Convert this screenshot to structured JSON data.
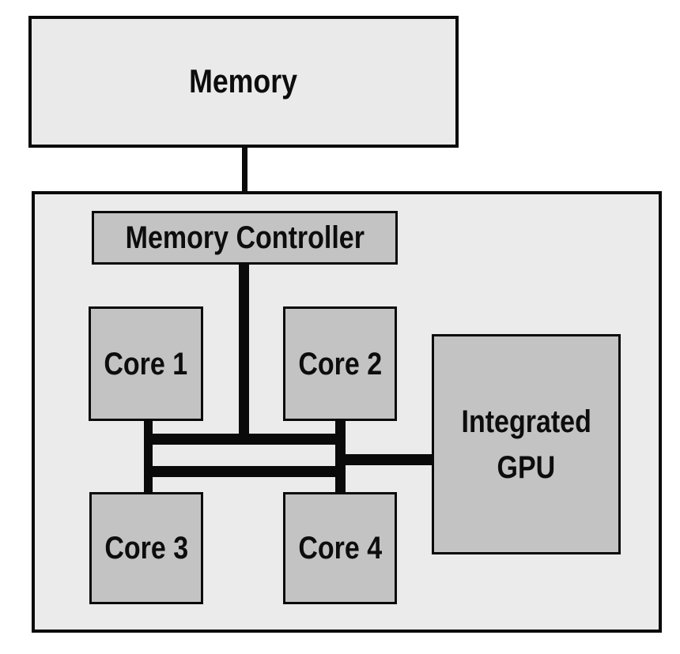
{
  "diagram": {
    "type": "block-diagram",
    "subject": "Multicore CPU package with integrated GPU and external memory",
    "nodes": {
      "memory": {
        "label": "Memory"
      },
      "memory_controller": {
        "label": "Memory Controller"
      },
      "core1": {
        "label": "Core 1"
      },
      "core2": {
        "label": "Core 2"
      },
      "core3": {
        "label": "Core 3"
      },
      "core4": {
        "label": "Core 4"
      },
      "gpu": {
        "label": "Integrated GPU",
        "line1": "Integrated",
        "line2": "GPU"
      }
    },
    "connections": [
      {
        "from": "memory",
        "to": "memory_controller",
        "via": "thin vertical line"
      },
      {
        "from": "memory_controller",
        "to": "ring_bus",
        "via": "thick vertical line"
      },
      {
        "from": "core1",
        "to": "core3",
        "via": "vertical bus crossing ring"
      },
      {
        "from": "core2",
        "to": "core4",
        "via": "vertical bus crossing ring"
      },
      {
        "from": "ring_bus",
        "to": "gpu",
        "via": "horizontal stub"
      }
    ],
    "colors": {
      "background": "#ffffff",
      "package_fill": "#ebebeb",
      "memory_fill": "#eaeaea",
      "block_fill": "#c3c3c3",
      "line": "#0a0a0a",
      "text": "#0d0d0d"
    }
  }
}
